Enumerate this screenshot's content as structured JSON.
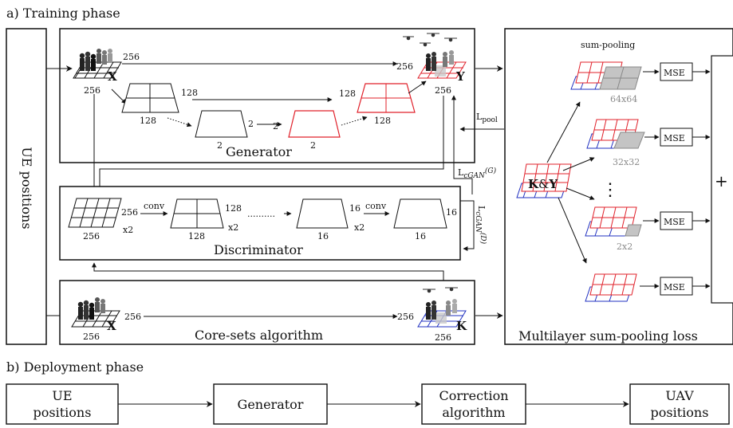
{
  "phase_a": {
    "title": "a) Training phase"
  },
  "phase_b": {
    "title": "b) Deployment phase"
  },
  "ue_positions": "UE positions",
  "generator": {
    "title": "Generator",
    "in_size": "256",
    "in_size_bottom": "256",
    "in_label": "X",
    "enc1_top": "128",
    "enc1_bottom": "128",
    "bott_left": "2",
    "bott_mid": "2",
    "bott_right": "2",
    "bott_bottom": "2",
    "dec1_top": "128",
    "dec1_bottom": "128",
    "out_size": "256",
    "out_size_bottom": "256",
    "out_label": "Y",
    "top_skip": "256"
  },
  "losses": {
    "pool": "L",
    "pool_sub": "pool",
    "cgan_g": "L",
    "cgan_g_sub": "cGAN",
    "cgan_g_arg": "(G)",
    "cgan_d": "L",
    "cgan_d_sub": "cGAN",
    "cgan_d_arg": "(D)"
  },
  "discriminator": {
    "title": "Discriminator",
    "grid_bottom": "256",
    "l1": "256",
    "l1_op": "x2",
    "conv1": "conv",
    "l2_top": "128",
    "l2_bottom": "128",
    "l2_op": "x2",
    "dots": "..........",
    "l3_top": "16",
    "l3_bottom": "16",
    "l3_op": "x2",
    "conv2": "conv",
    "l4_right": "16",
    "l4_bottom": "16"
  },
  "coreset": {
    "title": "Core-sets algorithm",
    "in_size": "256",
    "in_size_bottom": "256",
    "in_label": "X",
    "mid_size": "256",
    "out_size": "256",
    "out_size_bottom": "256",
    "out_label": "K"
  },
  "sumpool": {
    "title": "Multilayer sum-pooling loss",
    "label": "sum-pooling",
    "center_label_k": "K",
    "center_label_amp": "&",
    "center_label_y": "Y",
    "levels": [
      "64x64",
      "32x32",
      "2x2"
    ],
    "mse": "MSE",
    "plus": "+",
    "vdots": "⋮"
  },
  "deployment": {
    "steps": [
      [
        "UE",
        "positions"
      ],
      [
        "Generator"
      ],
      [
        "Correction",
        "algorithm"
      ],
      [
        "UAV",
        "positions"
      ]
    ]
  },
  "colors": {
    "red": "#e0202a",
    "blue": "#2030c0",
    "gray": "#a9a9a9",
    "line": "#111111"
  }
}
